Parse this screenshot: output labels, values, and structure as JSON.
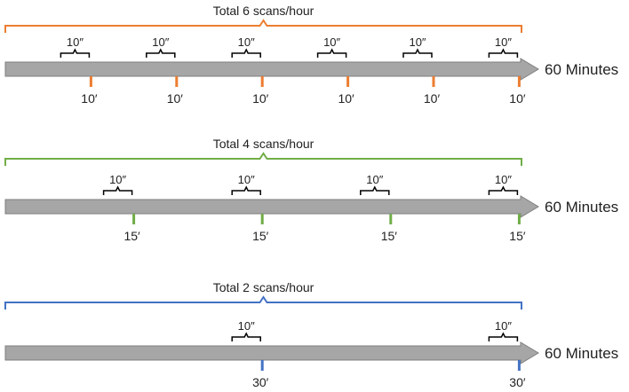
{
  "colors": {
    "arrow_fill": "#a6a6a6",
    "arrow_stroke": "#7f7f7f",
    "bracket": "#000000",
    "text": "#222222"
  },
  "timelines": [
    {
      "id": "6-scans",
      "color": "#ed7d31",
      "total_label": "Total 6 scans/hour",
      "end_label": "60 Minutes",
      "scan_duration_label": "10″",
      "interval_label": "10′",
      "marks_minutes": [
        10,
        20,
        30,
        40,
        50,
        60
      ]
    },
    {
      "id": "4-scans",
      "color": "#70ad47",
      "total_label": "Total 4 scans/hour",
      "end_label": "60 Minutes",
      "scan_duration_label": "10″",
      "interval_label": "15′",
      "marks_minutes": [
        15,
        30,
        45,
        60
      ]
    },
    {
      "id": "2-scans",
      "color": "#4472c4",
      "total_label": "Total 2 scans/hour",
      "end_label": "60 Minutes",
      "scan_duration_label": "10″",
      "interval_label": "30′",
      "marks_minutes": [
        30,
        60
      ]
    }
  ]
}
